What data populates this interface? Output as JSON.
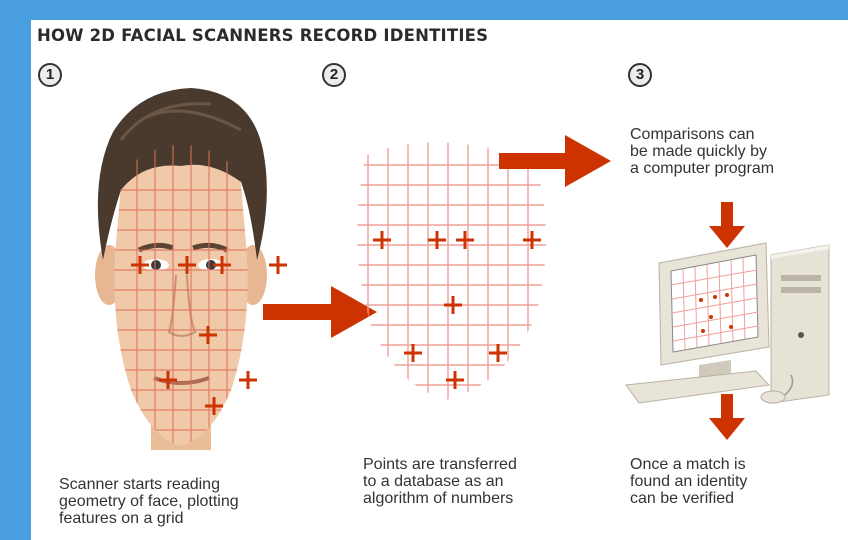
{
  "title": "HOW 2D FACIAL SCANNERS RECORD IDENTITIES",
  "steps": [
    {
      "number": "1",
      "caption": [
        "Scanner starts reading",
        "geometry of face, plotting",
        "features on a grid"
      ]
    },
    {
      "number": "2",
      "caption": [
        "Points are transferred",
        "to a database as an",
        "algorithm of numbers"
      ]
    },
    {
      "number": "3",
      "caption": [
        "Comparisons can",
        "be made quickly by",
        "a computer program"
      ]
    }
  ],
  "match_caption": [
    "Once a match is",
    "found an identity",
    "can be verified"
  ],
  "colors": {
    "background": "#4a9fe0",
    "accent_red": "#cc3300",
    "grid_line": "#f0a09a",
    "skin": "#f0c9a8",
    "hair": "#4a3a2e"
  }
}
